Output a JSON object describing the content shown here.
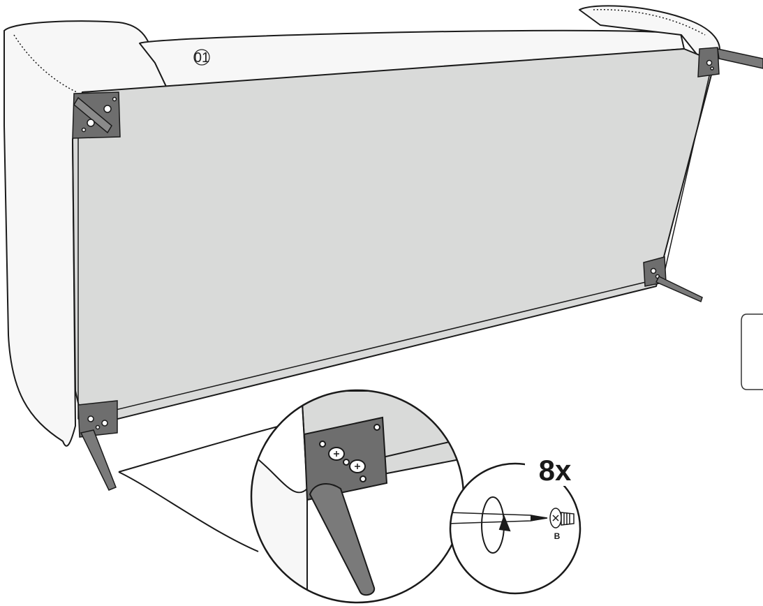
{
  "step": {
    "number": "01"
  },
  "quantity": {
    "label": "8x"
  },
  "part": {
    "label": "B"
  },
  "colors": {
    "outline": "#1a1a1a",
    "base_panel": "#d9dad9",
    "bracket": "#6e6e6e",
    "leg": "#7a7a7a",
    "fabric": "#f7f7f7"
  },
  "icons": [
    "screwdriver-icon",
    "rotate-clockwise-icon",
    "screw-icon",
    "next-page-tab"
  ]
}
